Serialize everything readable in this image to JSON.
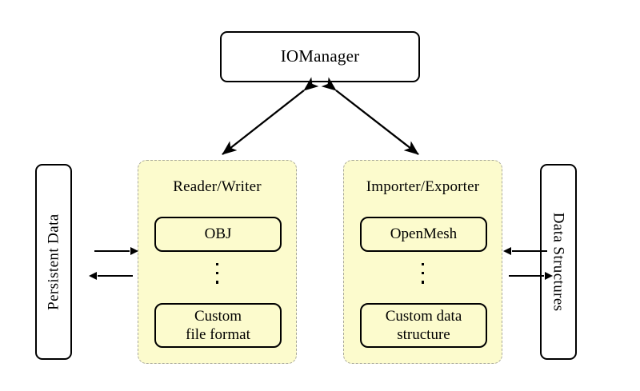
{
  "diagram": {
    "title_node": {
      "label": "IOManager"
    },
    "left_endpoint": {
      "label": "Persistent Data"
    },
    "right_endpoint": {
      "label": "Data Structures"
    },
    "groups": [
      {
        "title": "Reader/Writer",
        "items": [
          {
            "label": "OBJ"
          },
          {
            "label": "Custom\nfile format",
            "line1": "Custom",
            "line2": "file format"
          }
        ],
        "ellipsis": "⋮"
      },
      {
        "title": "Importer/Exporter",
        "items": [
          {
            "label": "OpenMesh"
          },
          {
            "label": "Custom data\nstructure",
            "line1": "Custom data",
            "line2": "structure"
          }
        ],
        "ellipsis": "⋮"
      }
    ],
    "connections": [
      {
        "name": "manager-to-reader-writer",
        "kind": "double-headed-diagonal"
      },
      {
        "name": "manager-to-importer-exporter",
        "kind": "double-headed-diagonal"
      },
      {
        "name": "persistent-data-to-reader-writer",
        "kind": "arrow-right"
      },
      {
        "name": "reader-writer-to-persistent-data",
        "kind": "arrow-left"
      },
      {
        "name": "data-structures-to-importer-exporter",
        "kind": "arrow-left"
      },
      {
        "name": "importer-exporter-to-data-structures",
        "kind": "arrow-right"
      }
    ],
    "colors": {
      "group_fill": "#fcfbcd",
      "group_border": "#a8a89a",
      "node_fill": "#ffffff",
      "stroke": "#000000",
      "background": "#ffffff"
    }
  }
}
